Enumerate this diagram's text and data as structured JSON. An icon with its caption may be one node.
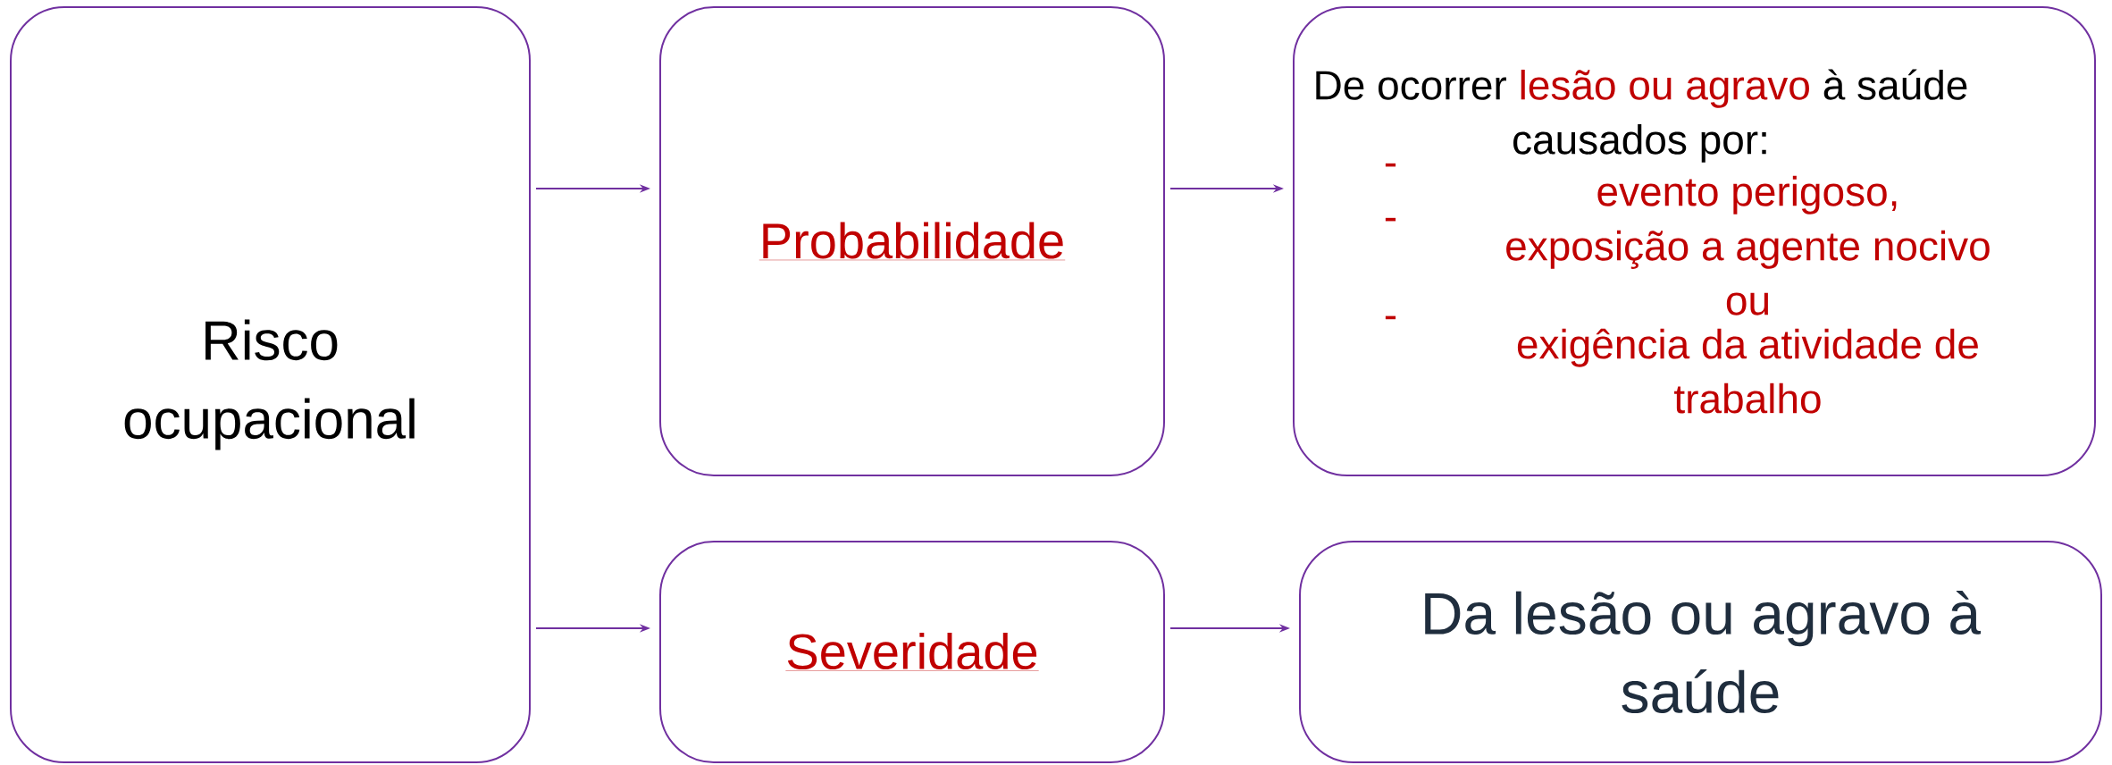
{
  "diagram": {
    "nodes": [
      {
        "text": [
          "Risco ocupacional"
        ]
      },
      {
        "text": [
          "Probabilidade"
        ]
      },
      {
        "text": [
          "De ocorrer",
          "lesão ou agravo",
          "à saúde causados por:",
          "evento perigoso,",
          "exposição a agente nocivo ou",
          "exigência da atividade de trabalho"
        ]
      },
      {
        "text": [
          "Severidade"
        ]
      },
      {
        "text": [
          "Da lesão ou agravo à saúde"
        ]
      }
    ],
    "edges": [
      {
        "from": 0,
        "to": 1,
        "arrow": "to"
      },
      {
        "from": 1,
        "to": 2,
        "arrow": "to"
      },
      {
        "from": 0,
        "to": 3,
        "arrow": "to"
      },
      {
        "from": 3,
        "to": 4,
        "arrow": "to"
      }
    ],
    "labels": [
      "-",
      "-",
      "-"
    ]
  }
}
